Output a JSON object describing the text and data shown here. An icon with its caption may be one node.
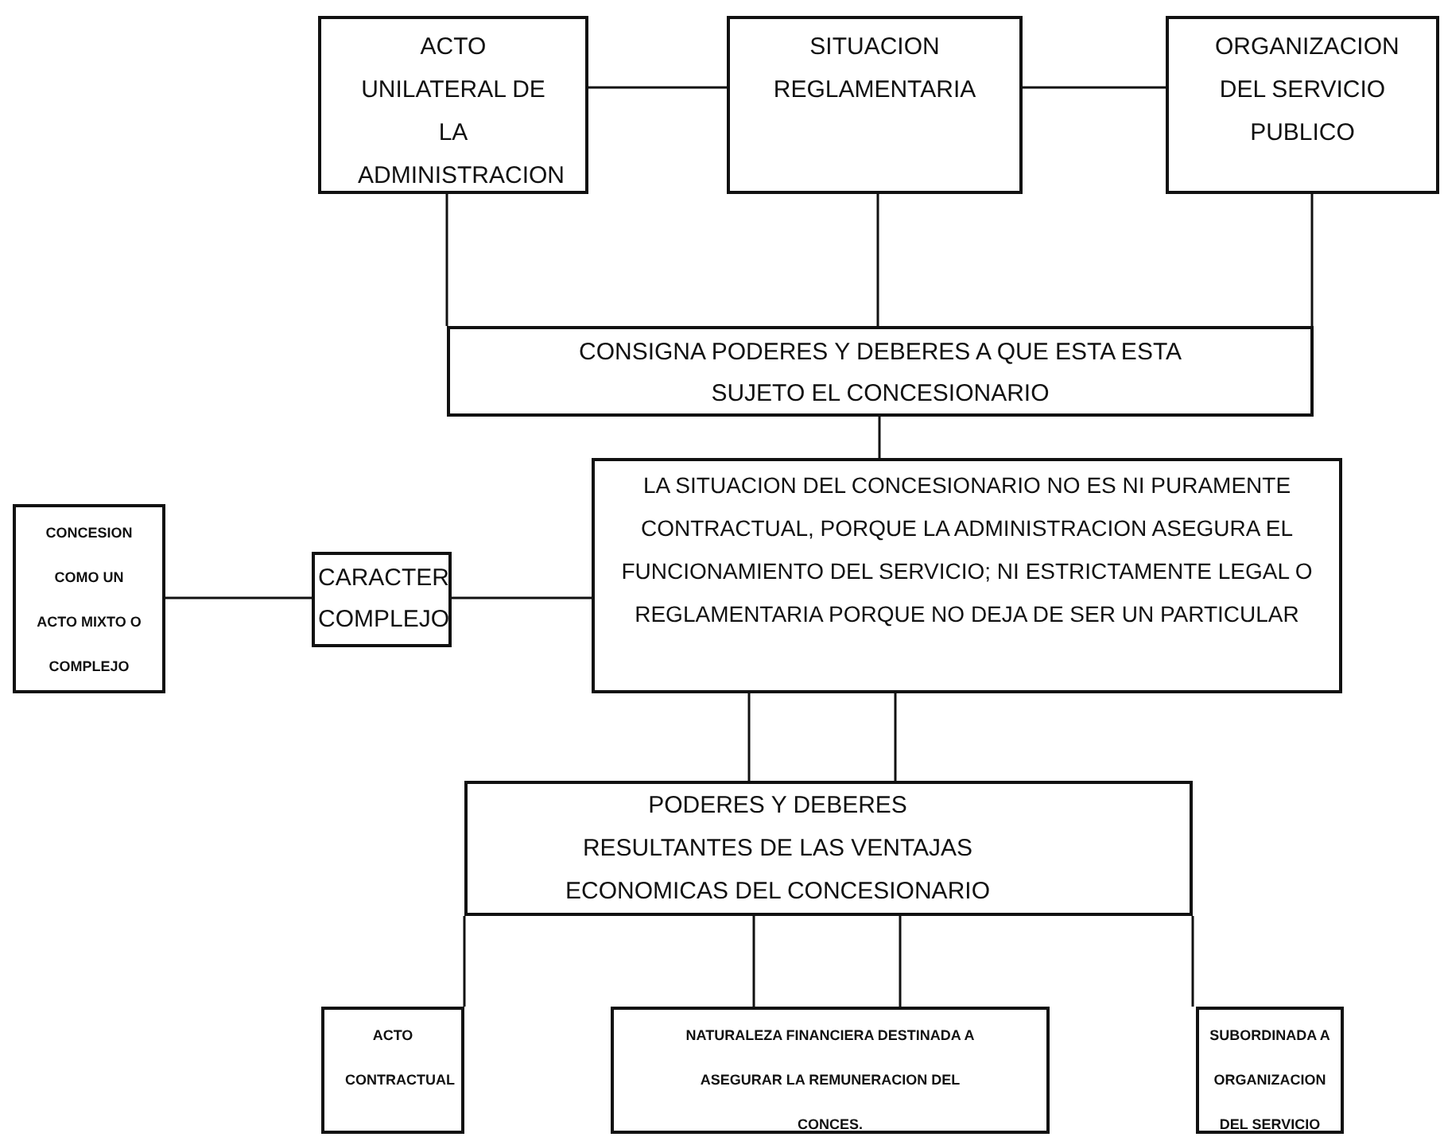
{
  "diagram": {
    "nodes": [
      {
        "text": [
          "ACTO UNILATERAL DE LA ADMINISTRACION"
        ]
      },
      {
        "text": [
          "SITUACION REGLAMENTARIA"
        ]
      },
      {
        "text": [
          "ORGANIZACION DEL SERVICIO PUBLICO"
        ]
      },
      {
        "text": [
          "CONSIGNA PODERES Y DEBERES A QUE ESTA ESTA SUJETO EL CONCESIONARIO"
        ]
      },
      {
        "text": [
          "LA SITUACION DEL CONCESIONARIO NO ES NI PURAMENTE CONTRACTUAL, PORQUE LA ADMINISTRACION ASEGURA EL FUNCIONAMIENTO DEL SERVICIO; NI ESTRICTAMENTE LEGAL O REGLAMENTARIA PORQUE NO DEJA DE SER UN PARTICULAR"
        ]
      },
      {
        "text": [
          "CARACTER COMPLEJO"
        ]
      },
      {
        "text": [
          "CONCESION COMO UN ACTO MIXTO O COMPLEJO"
        ]
      },
      {
        "text": [
          "PODERES Y DEBERES RESULTANTES DE LAS VENTAJAS ECONOMICAS DEL CONCESIONARIO"
        ]
      },
      {
        "text": [
          "ACTO CONTRACTUAL"
        ]
      },
      {
        "text": [
          "NATURALEZA FINANCIERA DESTINADA A ASEGURAR LA REMUNERACION DEL CONCES."
        ]
      },
      {
        "text": [
          "SUBORDINADA A ORGANIZACION DEL SERVICIO"
        ]
      }
    ],
    "edges": [
      {
        "from": 0,
        "to": 1,
        "arrow": "none"
      },
      {
        "from": 1,
        "to": 2,
        "arrow": "none"
      },
      {
        "from": 0,
        "to": 3,
        "arrow": "none"
      },
      {
        "from": 1,
        "to": 3,
        "arrow": "none"
      },
      {
        "from": 2,
        "to": 3,
        "arrow": "none"
      },
      {
        "from": 3,
        "to": 4,
        "arrow": "none"
      },
      {
        "from": 6,
        "to": 5,
        "arrow": "none"
      },
      {
        "from": 5,
        "to": 4,
        "arrow": "none"
      },
      {
        "from": 4,
        "to": 7,
        "arrow": "none"
      },
      {
        "from": 4,
        "to": 7,
        "arrow": "none"
      },
      {
        "from": 7,
        "to": 8,
        "arrow": "none"
      },
      {
        "from": 7,
        "to": 9,
        "arrow": "none"
      },
      {
        "from": 7,
        "to": 9,
        "arrow": "none"
      },
      {
        "from": 7,
        "to": 10,
        "arrow": "none"
      }
    ]
  }
}
